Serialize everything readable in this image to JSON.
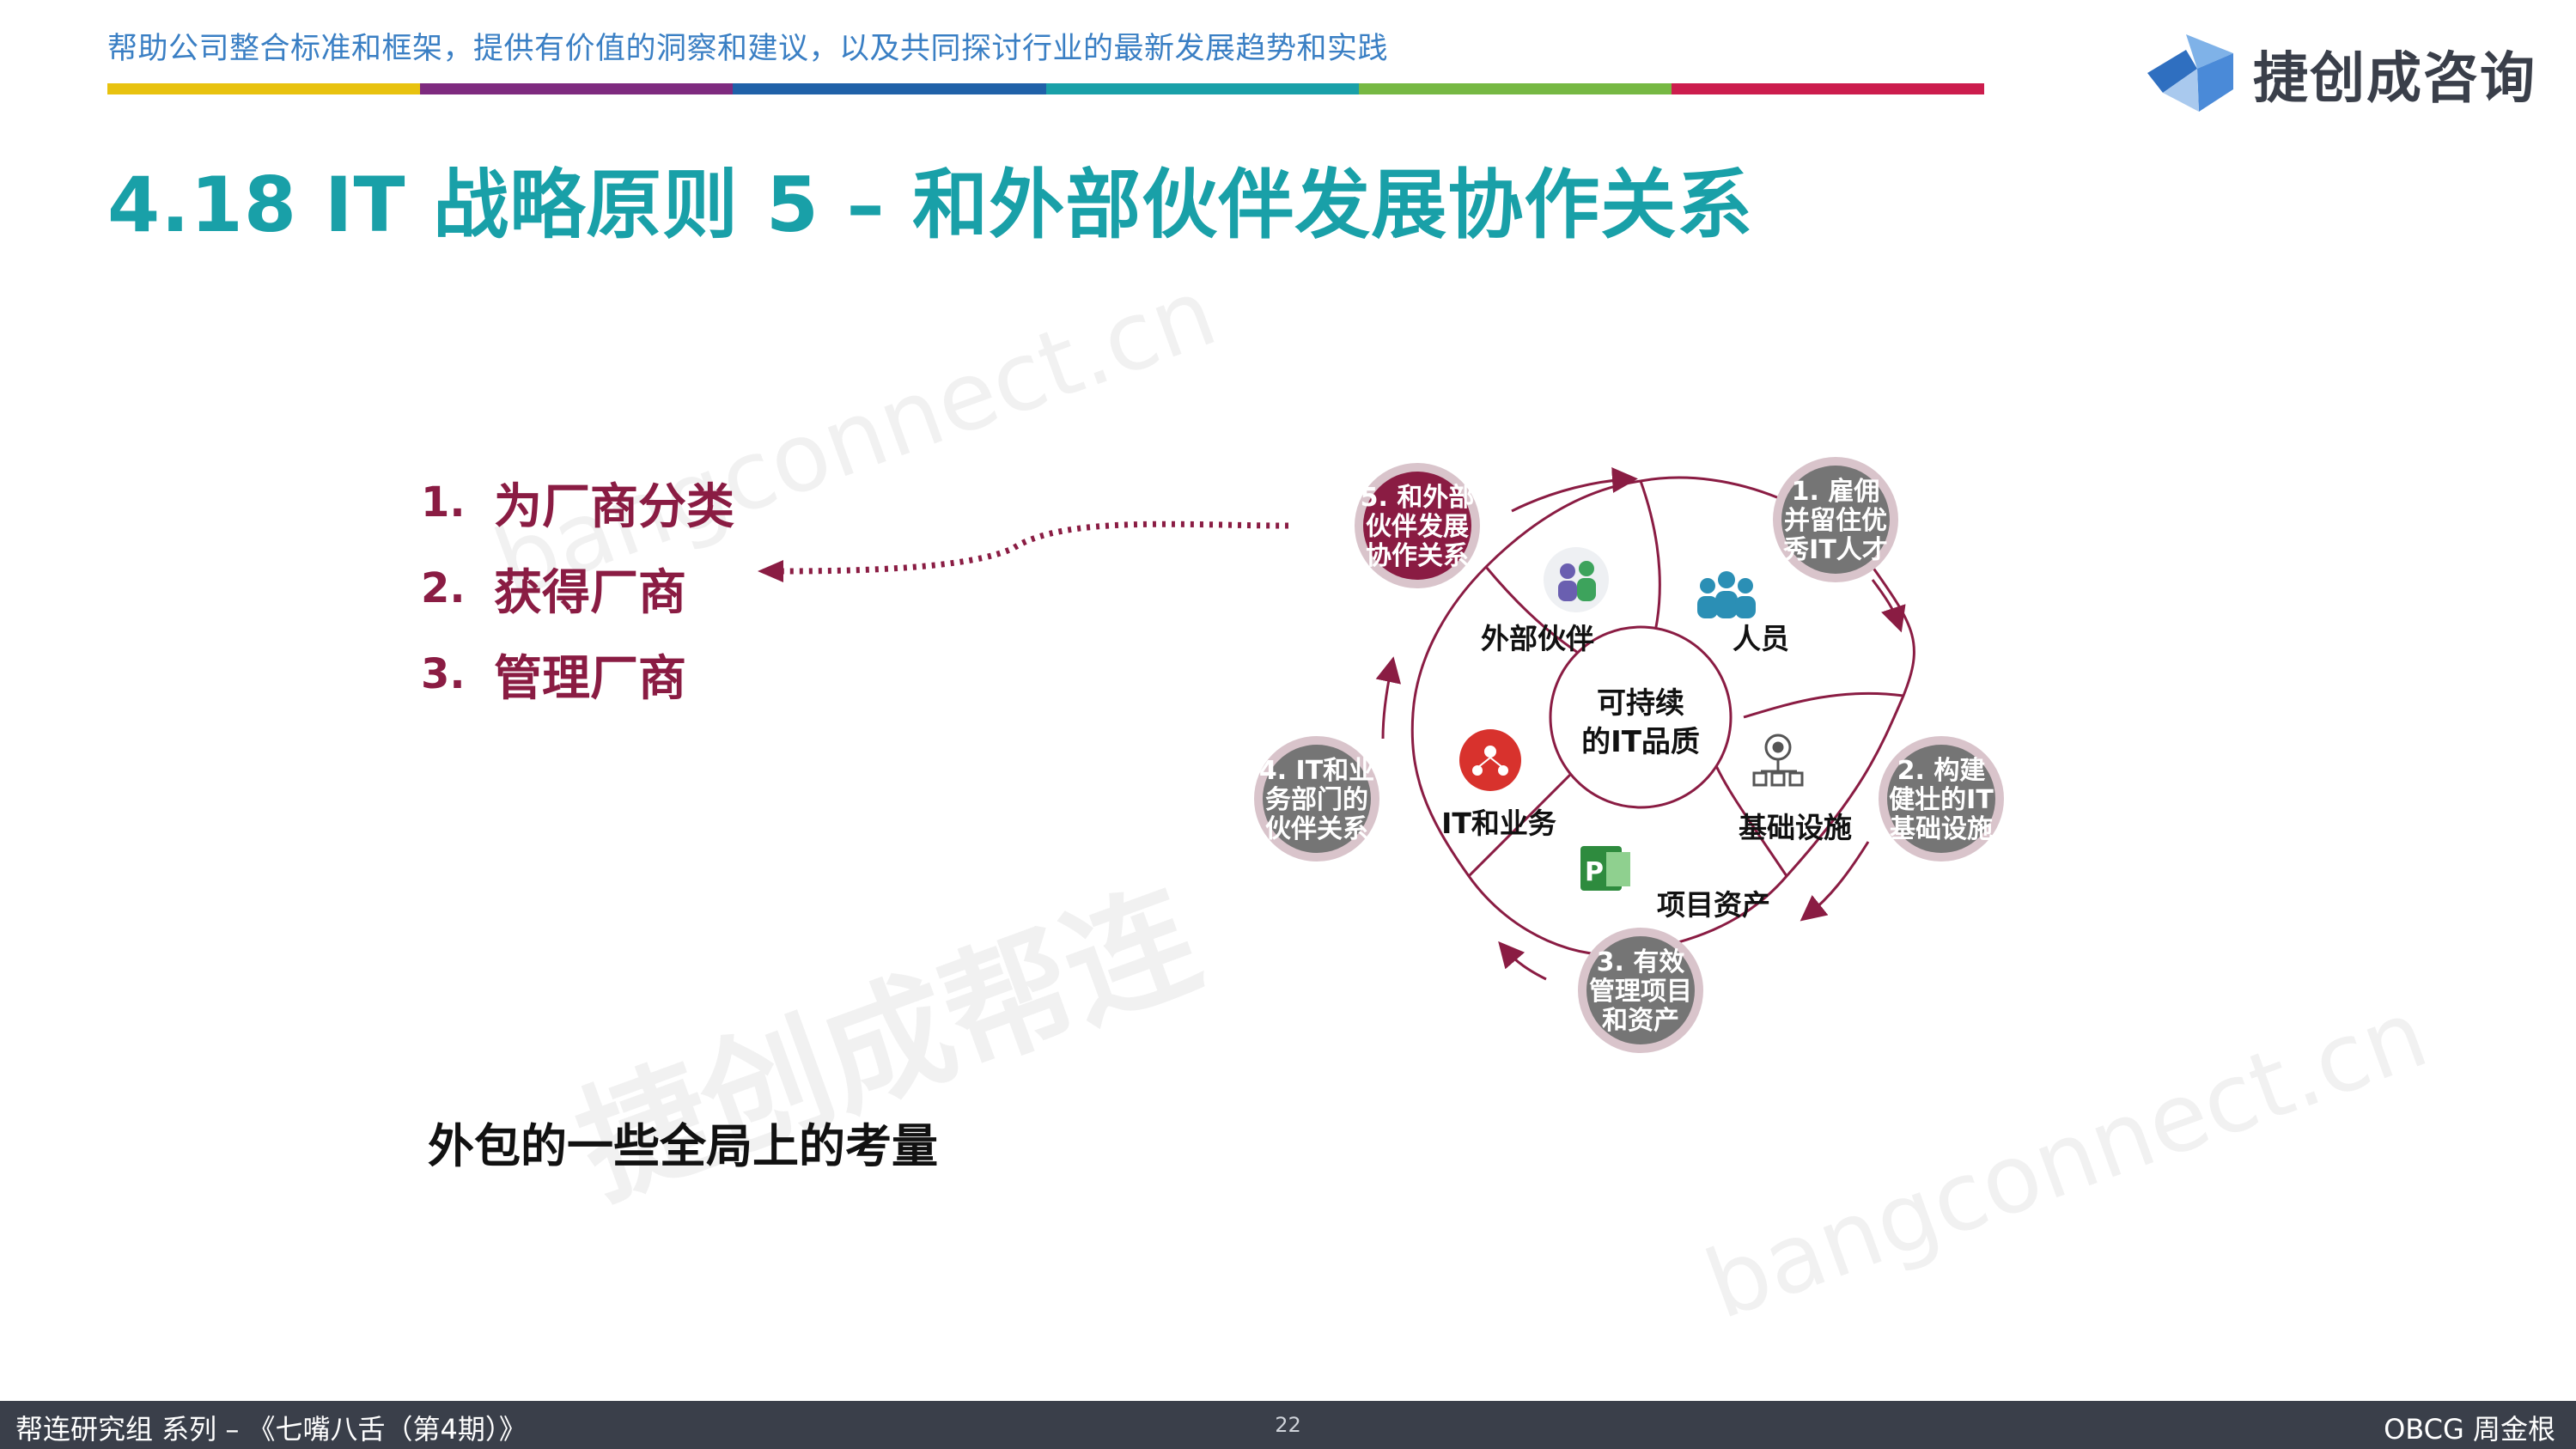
{
  "header": {
    "tagline": "帮助公司整合标准和框架，提供有价值的洞察和建议，以及共同探讨行业的最新发展趋势和实践",
    "color_bar": [
      "#e8c20f",
      "#7e2a7f",
      "#1f61a8",
      "#19a0a8",
      "#76b843",
      "#cc1d4d"
    ],
    "logo_text": "捷创成咨询"
  },
  "title": "4.18 IT 战略原则 5 – 和外部伙伴发展协作关系",
  "watermarks": [
    "bangconnect.cn",
    "bangconnect.cn",
    "捷创成帮连"
  ],
  "list": [
    {
      "num": "1.",
      "label": "为厂商分类"
    },
    {
      "num": "2.",
      "label": "获得厂商"
    },
    {
      "num": "3.",
      "label": "管理厂商"
    }
  ],
  "subtitle": "外包的一些全局上的考量",
  "diagram": {
    "center": [
      "可持续",
      "的IT品质"
    ],
    "nodes": [
      {
        "lines": [
          "1. 雇佣",
          "并留住优",
          "秀IT人才"
        ],
        "highlight": false
      },
      {
        "lines": [
          "2. 构建",
          "健壮的IT",
          "基础设施"
        ],
        "highlight": false
      },
      {
        "lines": [
          "3. 有效",
          "管理项目",
          "和资产"
        ],
        "highlight": false
      },
      {
        "lines": [
          "4. IT和业",
          "务部门的",
          "伙伴关系"
        ],
        "highlight": false
      },
      {
        "lines": [
          "5. 和外部",
          "伙伴发展",
          "协作关系"
        ],
        "highlight": true
      }
    ],
    "segments": [
      "人员",
      "基础设施",
      "项目资产",
      "IT和业务",
      "外部伙伴"
    ],
    "colors": {
      "accent": "#8a1c43",
      "node_fill": "#757575",
      "node_ring": "#d9c4cb",
      "line": "#8a1c43"
    }
  },
  "footer": {
    "left": "帮连研究组 系列 – 《七嘴八舌（第4期）》",
    "page": "22",
    "right": "OBCG 周金根"
  }
}
